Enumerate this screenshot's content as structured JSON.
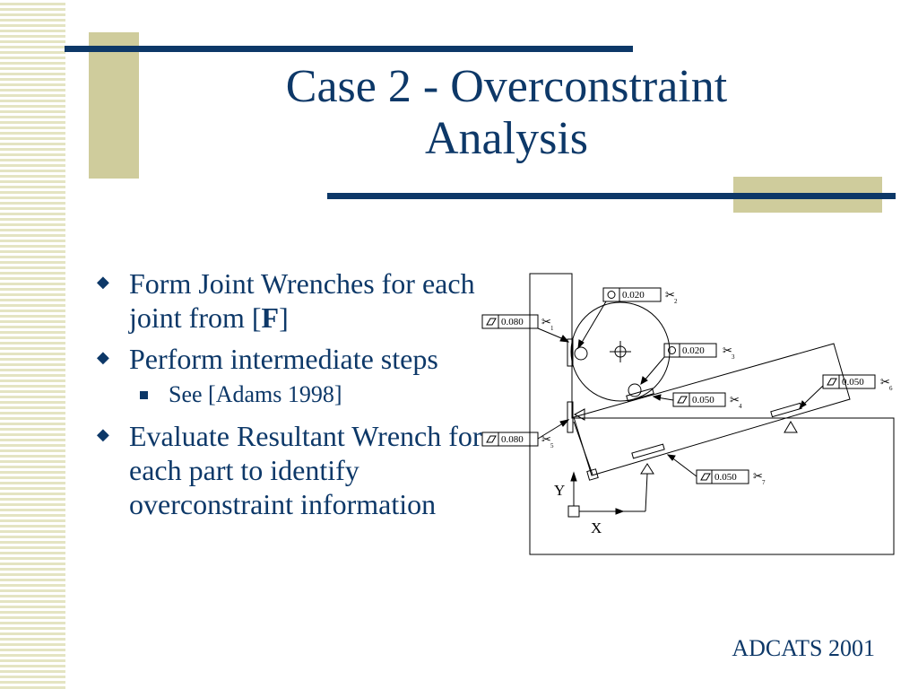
{
  "slide": {
    "title_line1": "Case 2 - Overconstraint",
    "title_line2": "Analysis",
    "footer": "ADCATS 2001",
    "colors": {
      "text": "#0d3868",
      "accent": "#cfcc9c",
      "stripes": "#e4e4c2"
    }
  },
  "bullets": [
    {
      "pre": "Form Joint Wrenches for each joint from [",
      "bold": "F",
      "post": "]"
    },
    {
      "text": "Perform intermediate steps",
      "sub": "See [Adams 1998]"
    },
    {
      "text": "Evaluate Resultant Wrench for each part to identify overconstraint information"
    }
  ],
  "diagram": {
    "axis_y": "Y",
    "axis_x": "X",
    "tolerances": [
      {
        "value": "0.080",
        "symbol": "parallelogram-icon",
        "index": "1"
      },
      {
        "value": "0.020",
        "symbol": "circle-icon",
        "index": "2"
      },
      {
        "value": "0.020",
        "symbol": "circle-icon",
        "index": "3"
      },
      {
        "value": "0.050",
        "symbol": "parallelogram-icon",
        "index": "4"
      },
      {
        "value": "0.080",
        "symbol": "parallelogram-icon",
        "index": "5"
      },
      {
        "value": "0.050",
        "symbol": "parallelogram-icon",
        "index": "6"
      },
      {
        "value": "0.050",
        "symbol": "parallelogram-icon",
        "index": "7"
      }
    ]
  }
}
